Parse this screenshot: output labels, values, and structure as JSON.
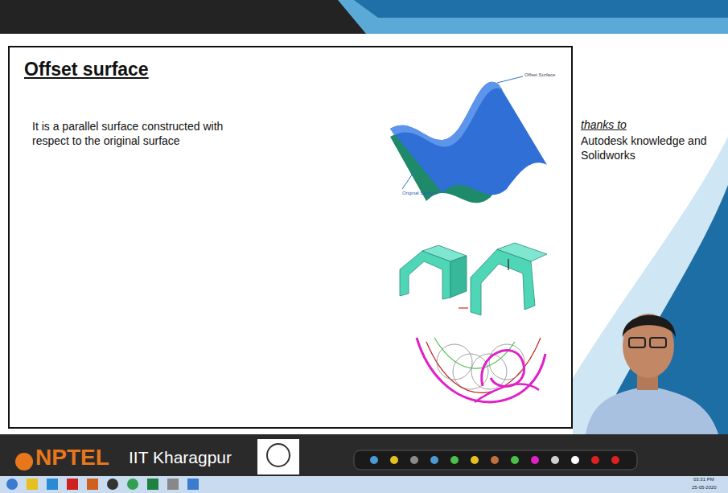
{
  "diagram": {
    "title": "Offset surface",
    "labels": [
      "It is a parallel surface constructed with respect to the original surface",
      "thanks to",
      "Autodesk knowledge and Solidworks",
      "Offset Surface",
      "Original Surface",
      "NPTEL",
      "IIT Kharagpur",
      "03:31 PM",
      "25-05-2020"
    ]
  }
}
